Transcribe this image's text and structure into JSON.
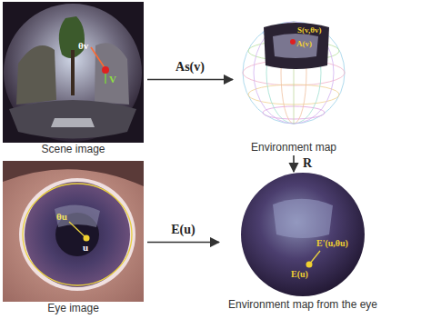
{
  "diagram": {
    "nodes": [
      {
        "text": [
          "Scene image"
        ]
      },
      {
        "text": [
          "Environment map"
        ]
      },
      {
        "text": [
          "Eye image"
        ]
      },
      {
        "text": [
          "Environment map from the eye"
        ]
      }
    ],
    "edges": [
      {
        "from": 0,
        "to": 1,
        "label": "As(v)",
        "arrow": "to"
      },
      {
        "from": 1,
        "to": 3,
        "label": "R",
        "arrow": "to"
      },
      {
        "from": 2,
        "to": 3,
        "label": "E(u)",
        "arrow": "to"
      }
    ],
    "labels": [
      "θv",
      "V",
      "S(v,θv)",
      "A(v)",
      "θu",
      "u",
      "E'(u,θu)",
      "E(u)"
    ]
  }
}
